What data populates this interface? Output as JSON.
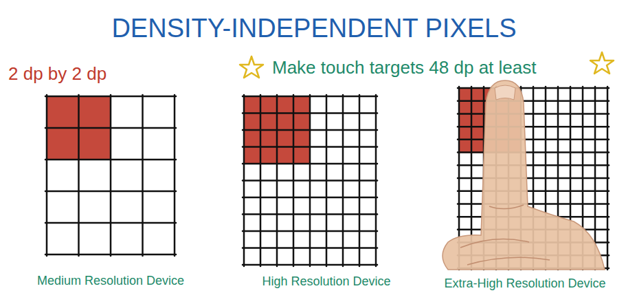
{
  "diagram": {
    "title": "DENSITY-INDEPENDENT PIXELS",
    "nodes": [
      {
        "text": [
          "Medium Resolution Device"
        ]
      },
      {
        "text": [
          "High Resolution Device"
        ]
      },
      {
        "text": [
          "Extra-High Resolution Device"
        ]
      }
    ],
    "labels": [
      "2 dp by 2 dp",
      "Make touch targets 48 dp at least"
    ]
  }
}
